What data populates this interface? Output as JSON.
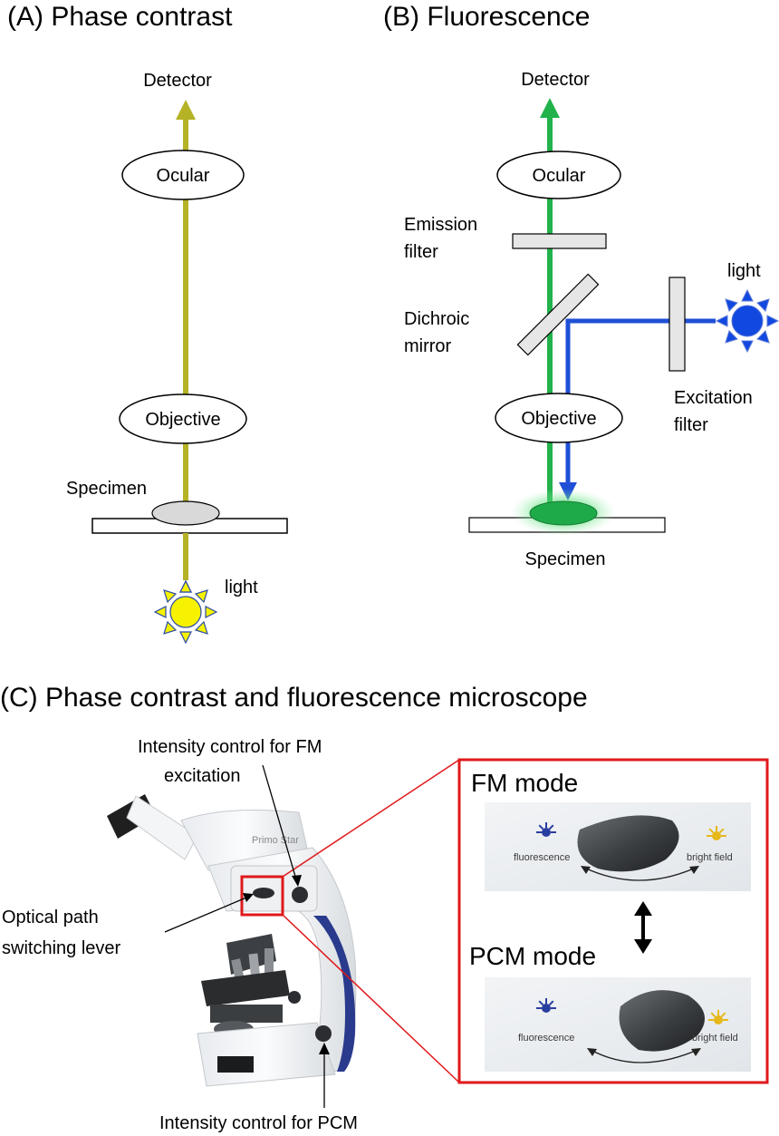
{
  "panel_a": {
    "title": "(A) Phase contrast",
    "detector": "Detector",
    "ocular": "Ocular",
    "objective": "Objective",
    "specimen": "Specimen",
    "light": "light"
  },
  "panel_b": {
    "title": "(B) Fluorescence",
    "detector": "Detector",
    "ocular": "Ocular",
    "emission_filter_line1": "Emission",
    "emission_filter_line2": "filter",
    "dichroic_line1": "Dichroic",
    "dichroic_line2": "mirror",
    "light": "light",
    "excitation_line1": "Excitation",
    "excitation_line2": "filter",
    "objective": "Objective",
    "specimen": "Specimen"
  },
  "panel_c": {
    "title": "(C) Phase contrast and fluorescence microscope",
    "fm_intensity_line1": "Intensity control for FM",
    "fm_intensity_line2": "excitation",
    "lever_line1": "Optical path",
    "lever_line2": "switching lever",
    "pcm_intensity": "Intensity control for PCM",
    "fm_mode": "FM mode",
    "pcm_mode": "PCM mode",
    "fluorescence": "fluorescence",
    "bright_field": "bright field",
    "brand": "Primo Star"
  },
  "colors": {
    "phase_beam": "#b5b226",
    "emission_beam": "#22b24c",
    "excitation_beam": "#1f4fd6",
    "sun_yellow": "#f6f200",
    "sun_blue": "#1148e0",
    "highlight_red": "#e0191b",
    "scope_blue": "#2a3a8c"
  }
}
